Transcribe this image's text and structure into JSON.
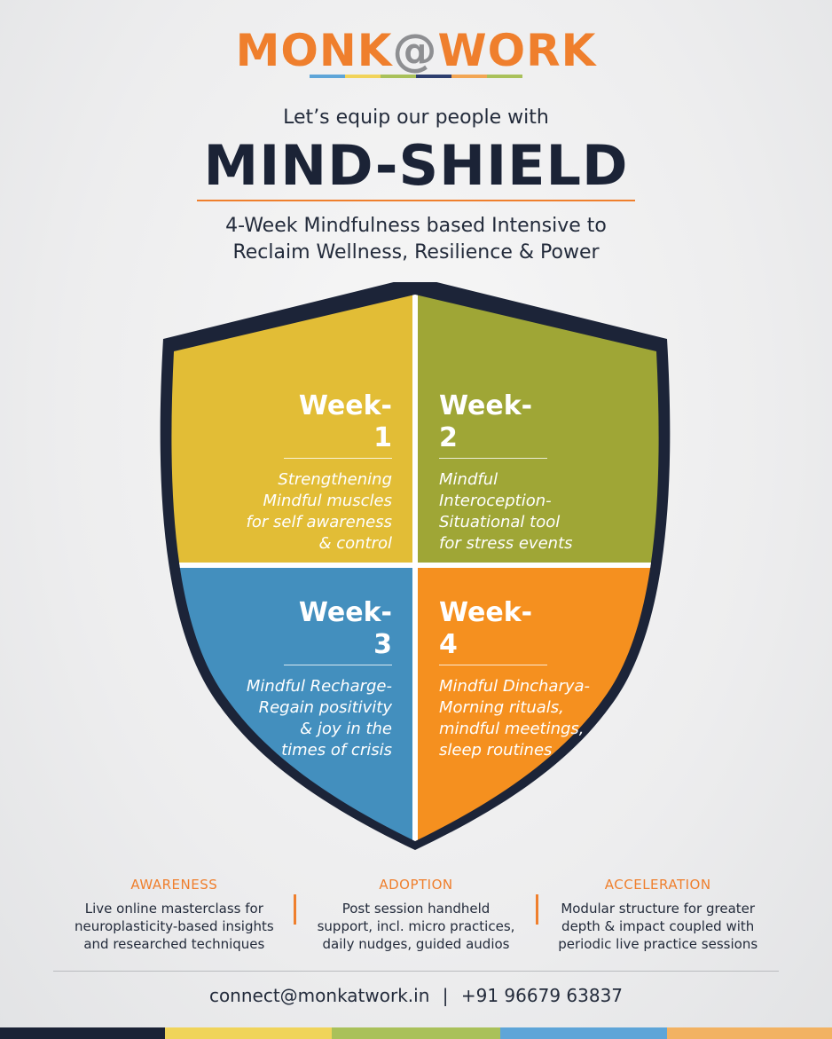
{
  "brand": {
    "name_part1": "MONK",
    "name_at": "@",
    "name_part2": "WORK",
    "colors": {
      "orange": "#ef7f2d",
      "gray": "#8e8f92",
      "navy": "#1b2336"
    },
    "stripe_colors": [
      "#5ea5d8",
      "#f1d35a",
      "#a9c15a",
      "#2d3e6e",
      "#f2a654",
      "#a9c15a"
    ]
  },
  "header": {
    "tagline": "Let’s equip our people with",
    "title": "MIND-SHIELD",
    "subtitle_line1": "4-Week Mindfulness based Intensive to",
    "subtitle_line2": "Reclaim Wellness, Resilience & Power"
  },
  "shield": {
    "border_color": "#1c2438",
    "weeks": [
      {
        "label": "Week-1",
        "color": "#e2bd36",
        "lines": [
          "Strengthening",
          "Mindful muscles",
          "for self awareness",
          "& control"
        ]
      },
      {
        "label": "Week-2",
        "color": "#9fa636",
        "lines": [
          "Mindful",
          "Interoception-",
          "Situational tool",
          "for stress events"
        ]
      },
      {
        "label": "Week-3",
        "color": "#438fbe",
        "lines": [
          "Mindful Recharge-",
          "Regain positivity",
          "& joy in the",
          "times of crisis"
        ]
      },
      {
        "label": "Week-4",
        "color": "#f5901f",
        "lines": [
          "Mindful Dincharya-",
          "Morning rituals,",
          "mindful meetings,",
          "sleep routines"
        ]
      }
    ]
  },
  "pillars": [
    {
      "heading": "AWARENESS",
      "lines": [
        "Live online masterclass for",
        "neuroplasticity-based insights",
        "and researched techniques"
      ]
    },
    {
      "heading": "ADOPTION",
      "lines": [
        "Post session handheld",
        "support, incl. micro practices,",
        "daily nudges, guided audios"
      ]
    },
    {
      "heading": "ACCELERATION",
      "lines": [
        "Modular structure for greater",
        "depth & impact coupled with",
        "periodic live practice sessions"
      ]
    }
  ],
  "contact": {
    "email": "connect@monkatwork.in",
    "separator": "|",
    "phone": "+91 96679 63837"
  },
  "footer_colors": [
    "#1b2336",
    "#f0d45a",
    "#a9c15a",
    "#5ea5d8",
    "#f2b262"
  ]
}
